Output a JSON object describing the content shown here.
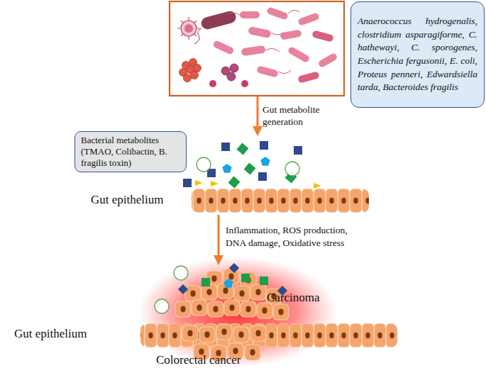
{
  "diagram": {
    "nodes": [
      {
        "text": [
          "Anaerococcus hydrogenalis, clostridium asparagiforme, C. hathewayi, C. sporogenes, Escherichia fergusonii, E. coli, Proteus penneri, Edwardsiella tarda, Bacteroides fragilis"
        ]
      },
      {
        "text": [
          "Bacterial metabolites (TMAO, Colibactin, B. fragilis toxin)"
        ]
      }
    ],
    "labels": [
      "Gut metabolite generation",
      "Gut epithelium",
      "Inflammation, ROS production, DNA damage, Oxidative stress",
      "Carcinoma",
      "Gut epithelium",
      "Colorectal cancer"
    ]
  }
}
